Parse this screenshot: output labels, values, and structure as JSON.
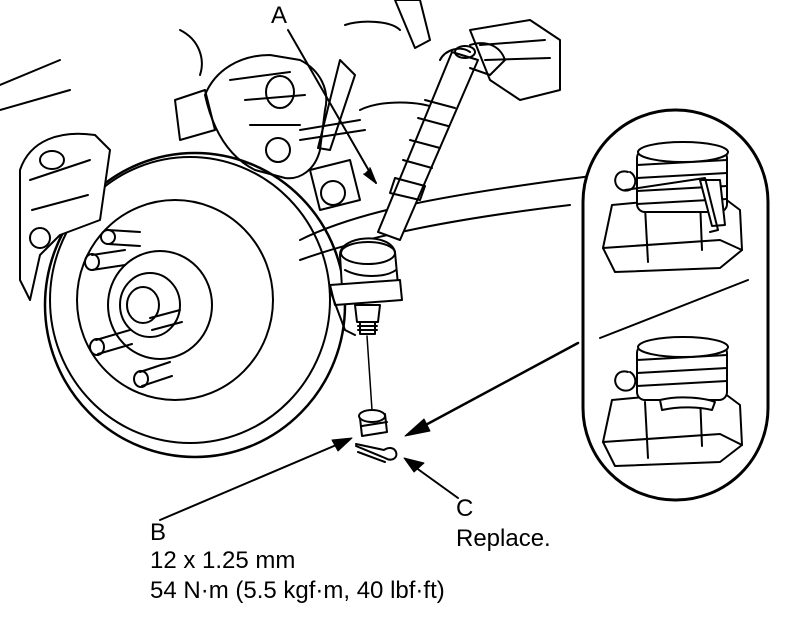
{
  "callouts": {
    "a": {
      "letter": "A"
    },
    "b": {
      "letter": "B",
      "size": "12 x 1.25 mm",
      "torque": "54 N·m (5.5 kgf·m, 40 lbf·ft)"
    },
    "c": {
      "letter": "C",
      "note": "Replace."
    }
  },
  "colors": {
    "line": "#000000",
    "background": "#ffffff"
  }
}
